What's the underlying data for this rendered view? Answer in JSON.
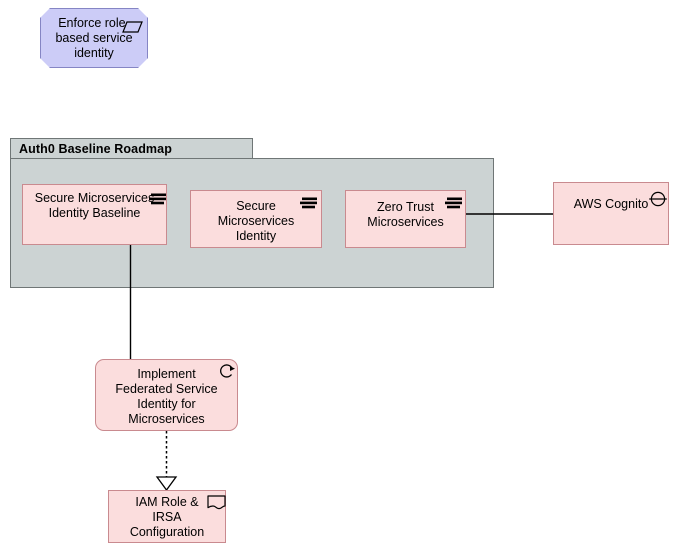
{
  "diagram": {
    "type": "archimate-roadmap",
    "background": "#ffffff",
    "palette": {
      "element_fill": "#fbdddd",
      "element_stroke": "#c98a8f",
      "motivation_fill": "#ccccf7",
      "motivation_stroke": "#8585c4",
      "group_fill": "#ccd3d3",
      "group_stroke": "#6f7676",
      "connector": "#000000"
    }
  },
  "principle": {
    "label": "Enforce role-\nbased service\nidentity",
    "icon": "requirement-parallelogram-icon"
  },
  "group": {
    "title": "Auth0 Baseline Roadmap"
  },
  "capabilities": [
    {
      "label": "Secure Microservices\nIdentity Baseline",
      "icon": "capability-bars-icon"
    },
    {
      "label": "Secure\nMicroservices\nIdentity",
      "icon": "capability-bars-icon"
    },
    {
      "label": "Zero Trust\nMicroservices",
      "icon": "capability-bars-icon"
    }
  ],
  "service": {
    "label": "AWS Cognito",
    "icon": "application-service-circle-icon"
  },
  "work_package": {
    "label": "Implement\nFederated Service\nIdentity for\nMicroservices",
    "icon": "work-package-arrow-icon"
  },
  "deliverable": {
    "label": "IAM Role &\nIRSA\nConfiguration",
    "icon": "deliverable-icon"
  },
  "relations": [
    {
      "name": "baseline-to-work-package",
      "style": "solid"
    },
    {
      "name": "zero-trust-to-aws-cognito",
      "style": "solid"
    },
    {
      "name": "work-package-realizes-deliverable",
      "style": "dotted-hollow-triangle"
    }
  ]
}
